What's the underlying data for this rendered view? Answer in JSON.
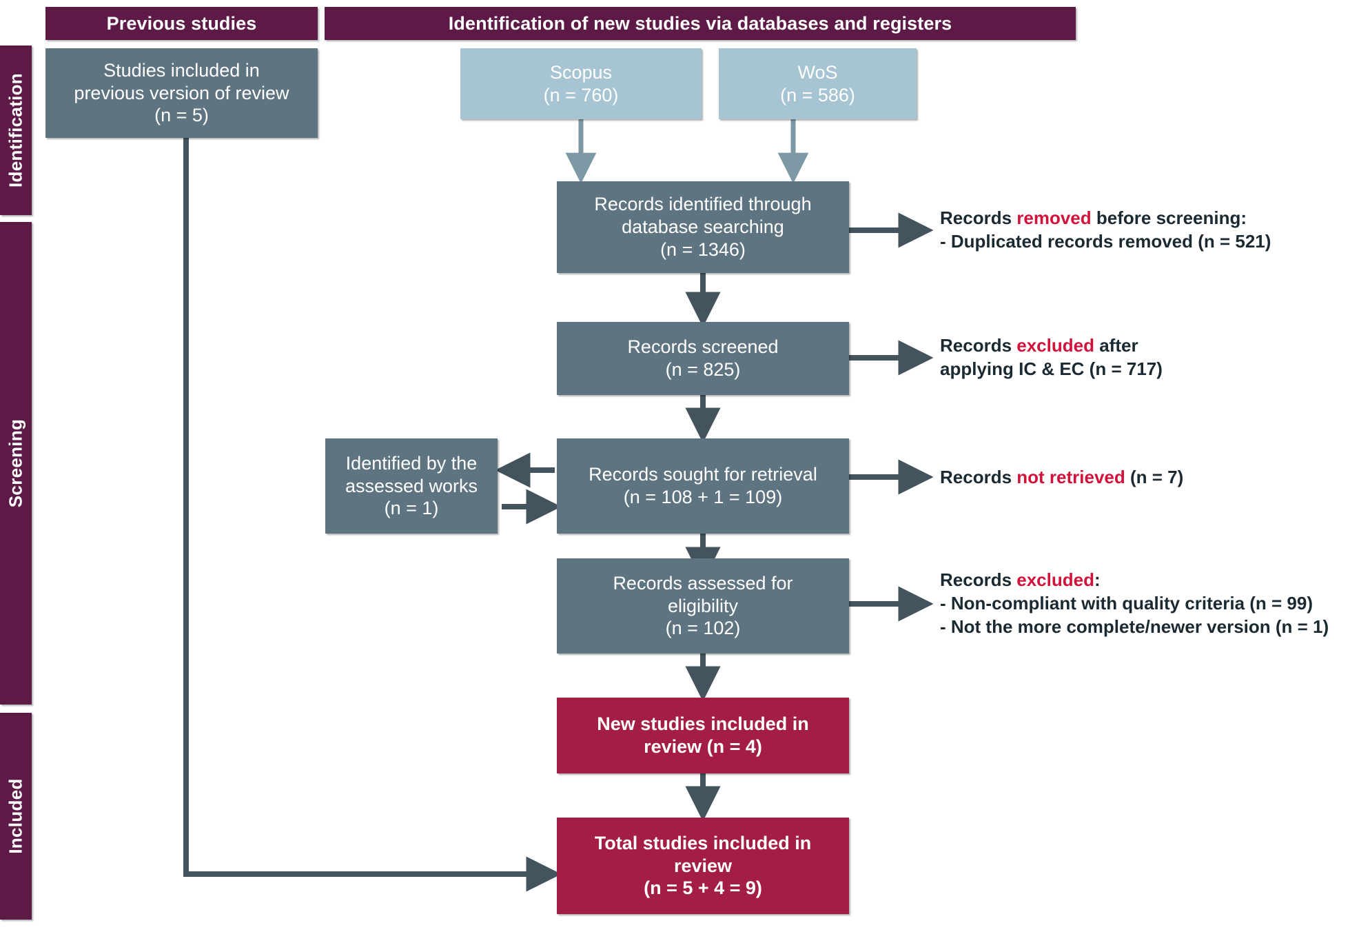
{
  "colors": {
    "header_purple": "#5D1A46",
    "slate_box": "#5F7481",
    "light_blue_box": "#A7C4D2",
    "crimson_box": "#A41D44",
    "connector": "#44545E",
    "highlight_red": "#D1133C",
    "note_text": "#1B2A32",
    "background": "#FFFFFF"
  },
  "headers": {
    "previous_studies": "Previous studies",
    "new_studies": "Identification of new studies via databases and registers"
  },
  "phases": [
    {
      "id": "identification",
      "label": "Identification"
    },
    {
      "id": "screening",
      "label": "Screening"
    },
    {
      "id": "included",
      "label": "Included"
    }
  ],
  "boxes": {
    "previous_version": "Studies included in\nprevious version of review\n(n = 5)",
    "scopus": "Scopus\n(n = 760)",
    "wos": "WoS\n(n = 586)",
    "records_identified": "Records identified through\ndatabase searching\n(n = 1346)",
    "records_screened": "Records screened\n(n = 825)",
    "identified_by_assessed": "Identified by the\nassessed works\n(n = 1)",
    "records_sought": "Records sought for retrieval\n(n = 108 + 1 = 109)",
    "records_assessed": "Records assessed for\neligibility\n(n = 102)",
    "new_studies_included": "New studies included in\nreview (n = 4)",
    "total_studies_included": "Total studies included in\nreview\n(n = 5 + 4 = 9)"
  },
  "notes": {
    "removed_before_screening": {
      "line1_pre": "Records ",
      "line1_hl": "removed",
      "line1_post": " before screening:",
      "line2": " - Duplicated records removed (n = 521)"
    },
    "excluded_after_ic_ec": {
      "line1_pre": "Records ",
      "line1_hl": "excluded",
      "line1_post": " after",
      "line2": "applying IC & EC (n = 717)"
    },
    "not_retrieved": {
      "line1_pre": "Records ",
      "line1_hl": "not retrieved",
      "line1_post": " (n = 7)"
    },
    "excluded_eligibility": {
      "line1_pre": "Records ",
      "line1_hl": "excluded",
      "line1_post": ":",
      "line2": " - Non-compliant with quality criteria (n = 99)",
      "line3": " - Not the more complete/newer version (n = 1)"
    }
  },
  "chart_data": {
    "type": "diagram",
    "title": "PRISMA 2020 flow diagram for updated systematic reviews",
    "nodes": [
      {
        "id": "previous_version",
        "label": "Studies included in previous version of review",
        "n": 5,
        "phase": "identification",
        "column": "previous"
      },
      {
        "id": "scopus",
        "label": "Scopus",
        "n": 760,
        "phase": "identification",
        "column": "new"
      },
      {
        "id": "wos",
        "label": "WoS",
        "n": 586,
        "phase": "identification",
        "column": "new"
      },
      {
        "id": "records_identified",
        "label": "Records identified through database searching",
        "n": 1346,
        "phase": "identification",
        "column": "new"
      },
      {
        "id": "records_screened",
        "label": "Records screened",
        "n": 825,
        "phase": "screening",
        "column": "new"
      },
      {
        "id": "identified_by_assessed",
        "label": "Identified by the assessed works",
        "n": 1,
        "phase": "screening",
        "column": "new-left"
      },
      {
        "id": "records_sought",
        "label": "Records sought for retrieval",
        "n": 109,
        "expression": "108 + 1 = 109",
        "phase": "screening",
        "column": "new"
      },
      {
        "id": "records_assessed",
        "label": "Records assessed for eligibility",
        "n": 102,
        "phase": "screening",
        "column": "new"
      },
      {
        "id": "new_studies_included",
        "label": "New studies included in review",
        "n": 4,
        "phase": "included",
        "column": "new"
      },
      {
        "id": "total_studies_included",
        "label": "Total studies included in review",
        "n": 9,
        "expression": "5 + 4 = 9",
        "phase": "included",
        "column": "new"
      }
    ],
    "exclusions": [
      {
        "from": "records_identified",
        "label": "Records removed before screening: Duplicated records removed",
        "n": 521
      },
      {
        "from": "records_screened",
        "label": "Records excluded after applying IC & EC",
        "n": 717
      },
      {
        "from": "records_sought",
        "label": "Records not retrieved",
        "n": 7
      },
      {
        "from": "records_assessed",
        "label": "Records excluded: Non-compliant with quality criteria",
        "n": 99
      },
      {
        "from": "records_assessed",
        "label": "Records excluded: Not the more complete/newer version",
        "n": 1
      }
    ],
    "edges": [
      {
        "from": "scopus",
        "to": "records_identified"
      },
      {
        "from": "wos",
        "to": "records_identified"
      },
      {
        "from": "records_identified",
        "to": "records_screened"
      },
      {
        "from": "records_screened",
        "to": "records_sought"
      },
      {
        "from": "records_sought",
        "to": "identified_by_assessed"
      },
      {
        "from": "identified_by_assessed",
        "to": "records_sought"
      },
      {
        "from": "records_sought",
        "to": "records_assessed"
      },
      {
        "from": "records_assessed",
        "to": "new_studies_included"
      },
      {
        "from": "new_studies_included",
        "to": "total_studies_included"
      },
      {
        "from": "previous_version",
        "to": "total_studies_included"
      }
    ]
  }
}
